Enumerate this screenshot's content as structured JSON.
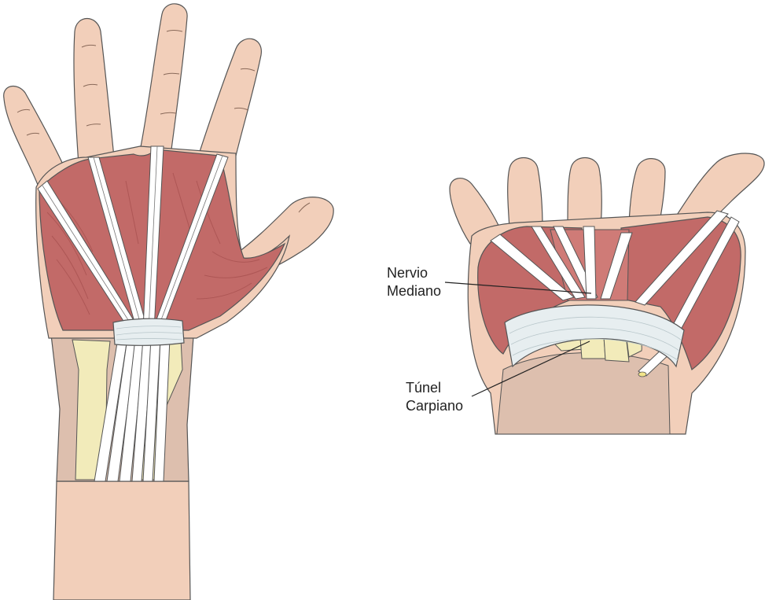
{
  "labels": {
    "median_nerve": {
      "line1": "Nervio",
      "line2": "Mediano"
    },
    "carpal_tunnel": {
      "line1": "Túnel",
      "line2": "Carpiano"
    }
  },
  "colors": {
    "skin": "#f2cfba",
    "skin_shadow": "#e6bda6",
    "inner_tissue": "#ddbfae",
    "muscle": "#c26a68",
    "muscle_light": "#cf7b77",
    "muscle_dark": "#a7504f",
    "tendon": "#ffffff",
    "bone": "#f2ebba",
    "ligament": "#e7eef0",
    "nerve": "#f1e48a",
    "outline": "#555555",
    "leader_line": "#222222"
  }
}
